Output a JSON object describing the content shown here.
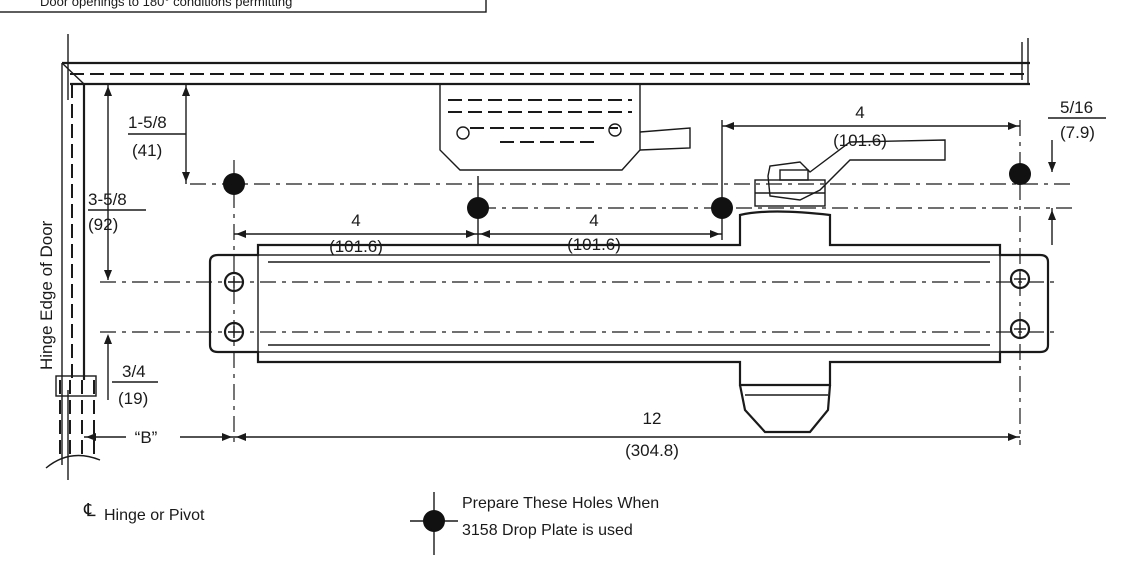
{
  "header_note": "Door openings to 180° conditions permitting",
  "labels": {
    "hinge_edge": "Hinge Edge of Door",
    "centerline_symbol": "℄",
    "hinge_or_pivot": "Hinge or Pivot",
    "legend_line1": "Prepare These Holes When",
    "legend_line2": "3158 Drop Plate is used",
    "b_label": "“B”"
  },
  "dimensions": {
    "d_1_5_8": "1-5/8",
    "d_41": "(41)",
    "d_3_5_8": "3-5/8",
    "d_92": "(92)",
    "d_3_4": "3/4",
    "d_19": "(19)",
    "d_4_left": "4",
    "d_101_6_left": "(101.6)",
    "d_4_mid": "4",
    "d_101_6_mid": "(101.6)",
    "d_4_top": "4",
    "d_101_6_top": "(101.6)",
    "d_5_16": "5/16",
    "d_7_9": "(7.9)",
    "d_12": "12",
    "d_304_8": "(304.8)"
  }
}
